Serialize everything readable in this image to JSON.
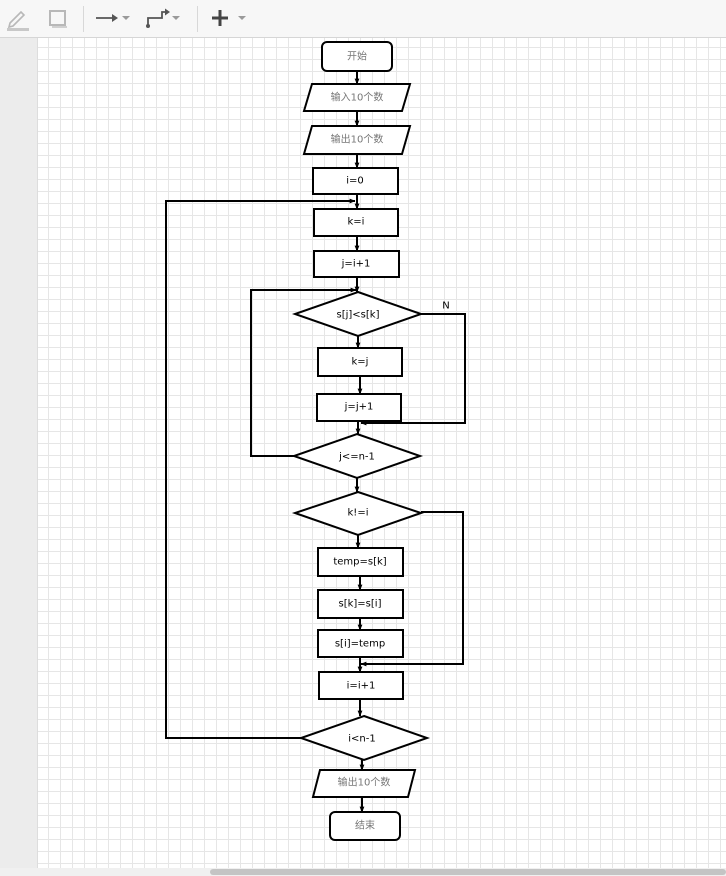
{
  "toolbar": {
    "items": [
      {
        "name": "pencil-icon"
      },
      {
        "name": "shape-square-icon"
      },
      {
        "name": "connector-straight-icon",
        "dropdown": true
      },
      {
        "name": "connector-elbow-icon",
        "dropdown": true
      },
      {
        "name": "plus-icon",
        "dropdown": true
      }
    ]
  },
  "flowchart": {
    "start": "开始",
    "input_10": "输入10个数",
    "output_10_a": "输出10个数",
    "i_init": "i=0",
    "k_assign_i": "k=i",
    "j_init": "j=i+1",
    "cond_sj_lt_sk": "s[j]<s[k]",
    "label_n": "N",
    "k_assign_j": "k=j",
    "j_increment": "j=j+1",
    "cond_j_le_n1": "j<=n-1",
    "cond_k_ne_i": "k!=i",
    "temp_assign": "temp=s[k]",
    "sk_assign_si": "s[k]=s[i]",
    "si_assign_temp": "s[i]=temp",
    "i_increment": "i=i+1",
    "cond_i_lt_n1": "i<n-1",
    "output_10_b": "输出10个数",
    "end": "结束"
  },
  "colors": {
    "stroke": "#000000",
    "cjk_text": "#777777",
    "grid": "#e6e6e6",
    "toolbar_icon": "#9a9a9a",
    "toolbar_icon_dark": "#555555"
  }
}
